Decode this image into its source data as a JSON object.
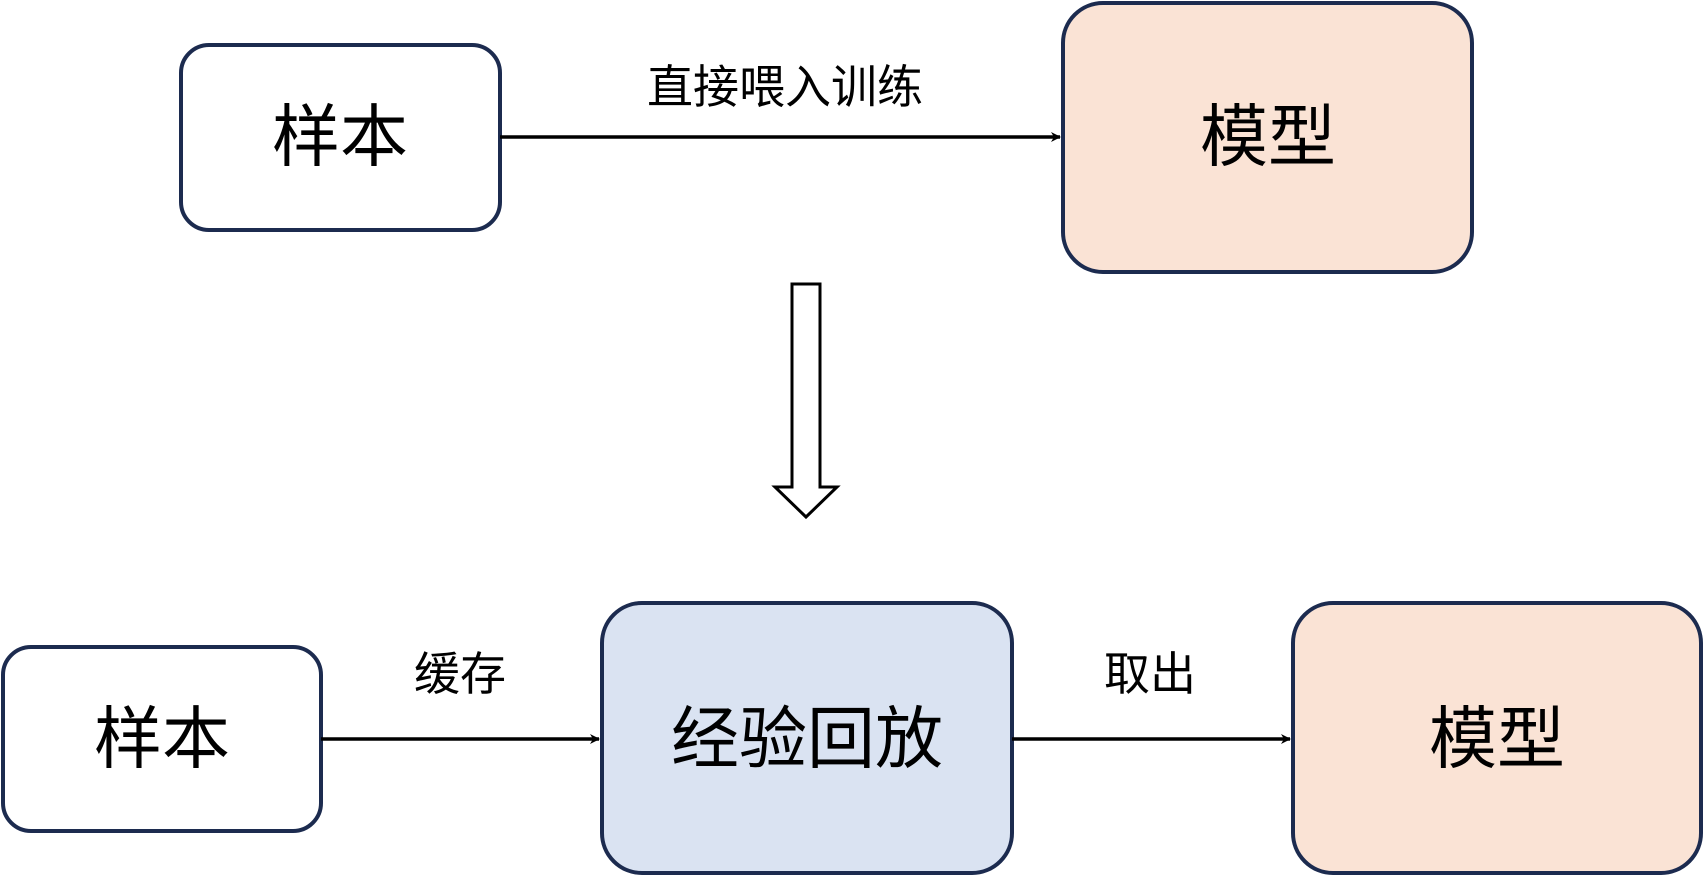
{
  "top_flow": {
    "sample_label": "样本",
    "edge_label": "直接喂入训练",
    "model_label": "模型"
  },
  "bottom_flow": {
    "sample_label": "样本",
    "edge_cache_label": "缓存",
    "replay_label": "经验回放",
    "edge_fetch_label": "取出",
    "model_label": "模型"
  },
  "colors": {
    "border": "#1c2b4f",
    "model_fill": "#fae3d5",
    "replay_fill": "#dae3f2",
    "sample_fill": "#ffffff"
  }
}
